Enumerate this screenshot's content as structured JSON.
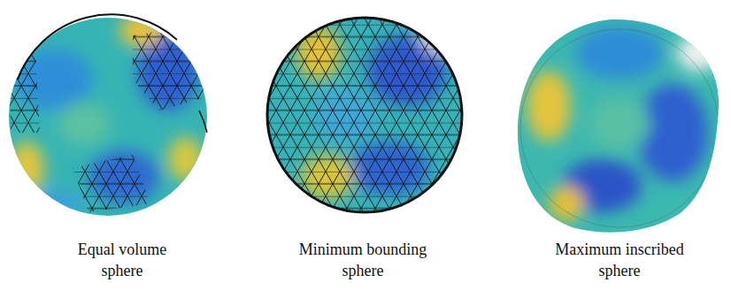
{
  "diagram": {
    "labels": [
      "Equal volume sphere",
      "Minimum bounding sphere",
      "Maximum inscribed sphere"
    ]
  }
}
